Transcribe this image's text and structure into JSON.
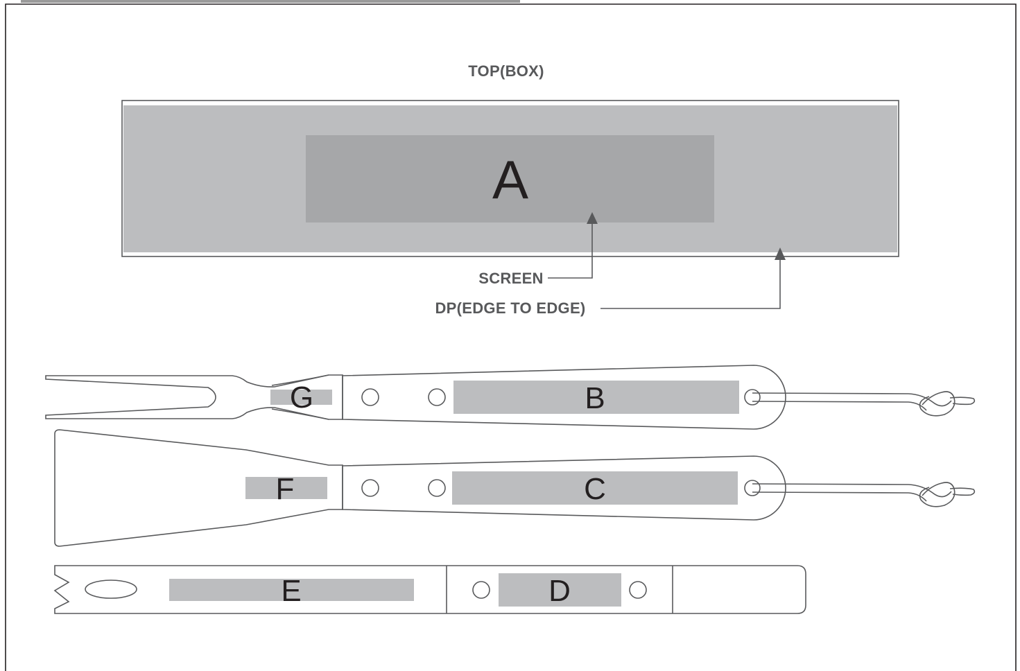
{
  "top_section": {
    "title": "TOP(BOX)"
  },
  "callouts": {
    "screen": "SCREEN",
    "dp": "DP(EDGE TO EDGE)"
  },
  "zones": {
    "a": "A",
    "b": "B",
    "c": "C",
    "d": "D",
    "e": "E",
    "f": "F",
    "g": "G"
  },
  "colors": {
    "outline": "#58595b",
    "shade": "#bcbdbf",
    "shade_dark": "#a6a7a9",
    "text": "#231f20"
  }
}
